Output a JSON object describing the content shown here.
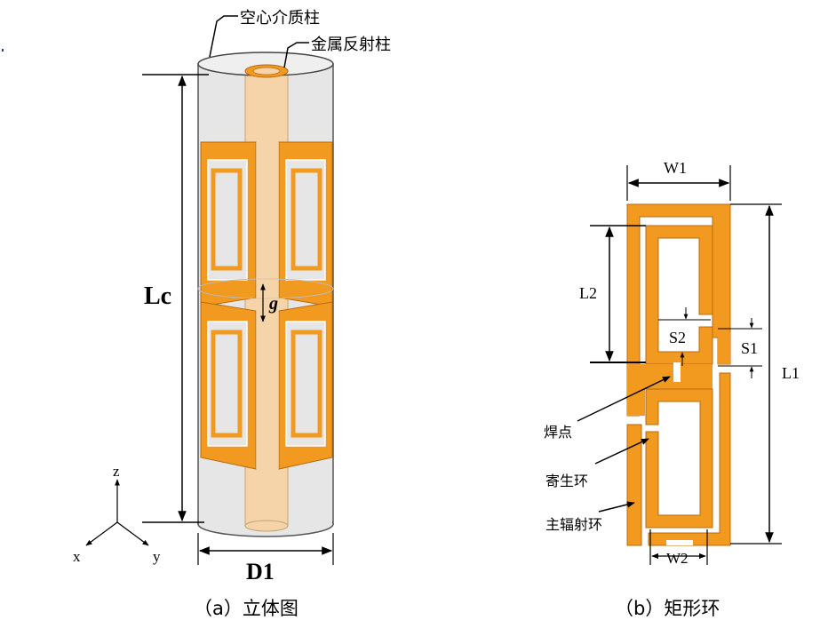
{
  "figure_a": {
    "label_hollow_column": "空心介质柱",
    "label_metal_column": "金属反射柱",
    "label_Lc": "Lc",
    "label_g": "g",
    "label_D1": "D1",
    "axis_z": "z",
    "axis_x": "x",
    "axis_y": "y",
    "caption": "（a）立体图"
  },
  "figure_b": {
    "label_W1": "W1",
    "label_L2": "L2",
    "label_S2": "S2",
    "label_S1": "S1",
    "label_L1": "L1",
    "label_weld": "焊点",
    "label_parasitic": "寄生环",
    "label_main_ring": "主辐射环",
    "label_W2": "W2",
    "caption": "（b）矩形环"
  },
  "colors": {
    "copper": "#F29A1F",
    "copper_edge": "#B86A10",
    "cylinder": "#E8E8E8",
    "rod": "#F4D4A8"
  }
}
